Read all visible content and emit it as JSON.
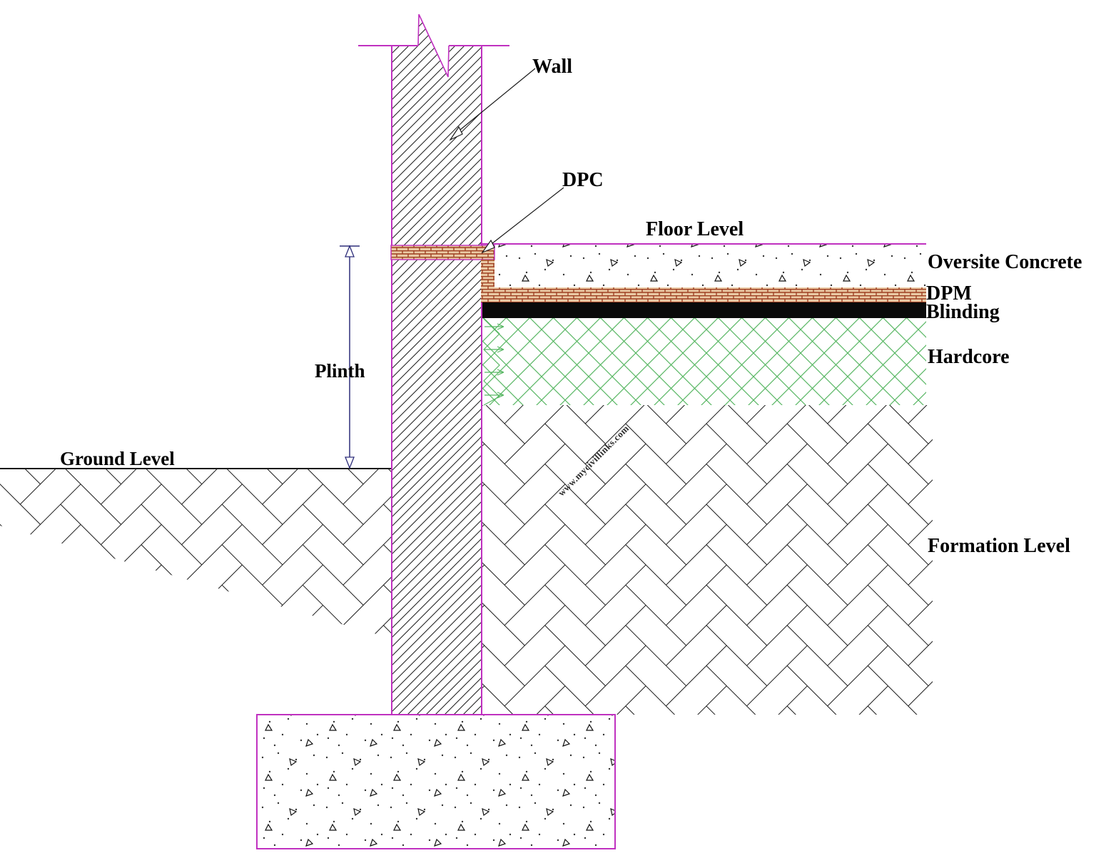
{
  "labels": {
    "wall": "Wall",
    "dpc": "DPC",
    "floor_level": "Floor Level",
    "oversite_concrete": "Oversite Concrete",
    "dpm": "DPM",
    "blinding": "Blinding",
    "hardcore": "Hardcore",
    "formation_level": "Formation Level",
    "ground_level": "Ground Level",
    "plinth": "Plinth"
  },
  "watermark": "www.mycivillinks.com",
  "colors": {
    "outline_magenta": "#C031C0",
    "hatch_black": "#1A1A1A",
    "brick_mortar": "#9E3F22",
    "brick_fill": "#EAC9A4",
    "hardcore_green": "#58B763",
    "dimension_blue": "#2E2E7A",
    "blinding_black": "#0A0A0A",
    "text_black": "#000000"
  }
}
